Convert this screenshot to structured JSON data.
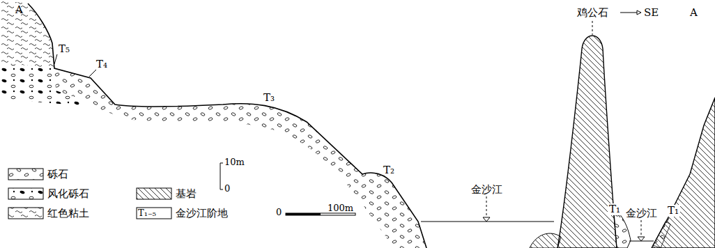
{
  "diagram": {
    "labels": [
      "A",
      "T₅",
      "T₄",
      "T₃",
      "T₂",
      "金沙江",
      "鸡公石",
      "SE",
      "A",
      "T₁",
      "金沙江",
      "T₁",
      "10m",
      "0",
      "0",
      "100m",
      "T₁₋₅"
    ],
    "legend": [
      {
        "text": "砾石"
      },
      {
        "text": "风化砾石"
      },
      {
        "text": "红色粘土"
      },
      {
        "text": "基岩"
      },
      {
        "text": "金沙江阶地"
      }
    ]
  }
}
